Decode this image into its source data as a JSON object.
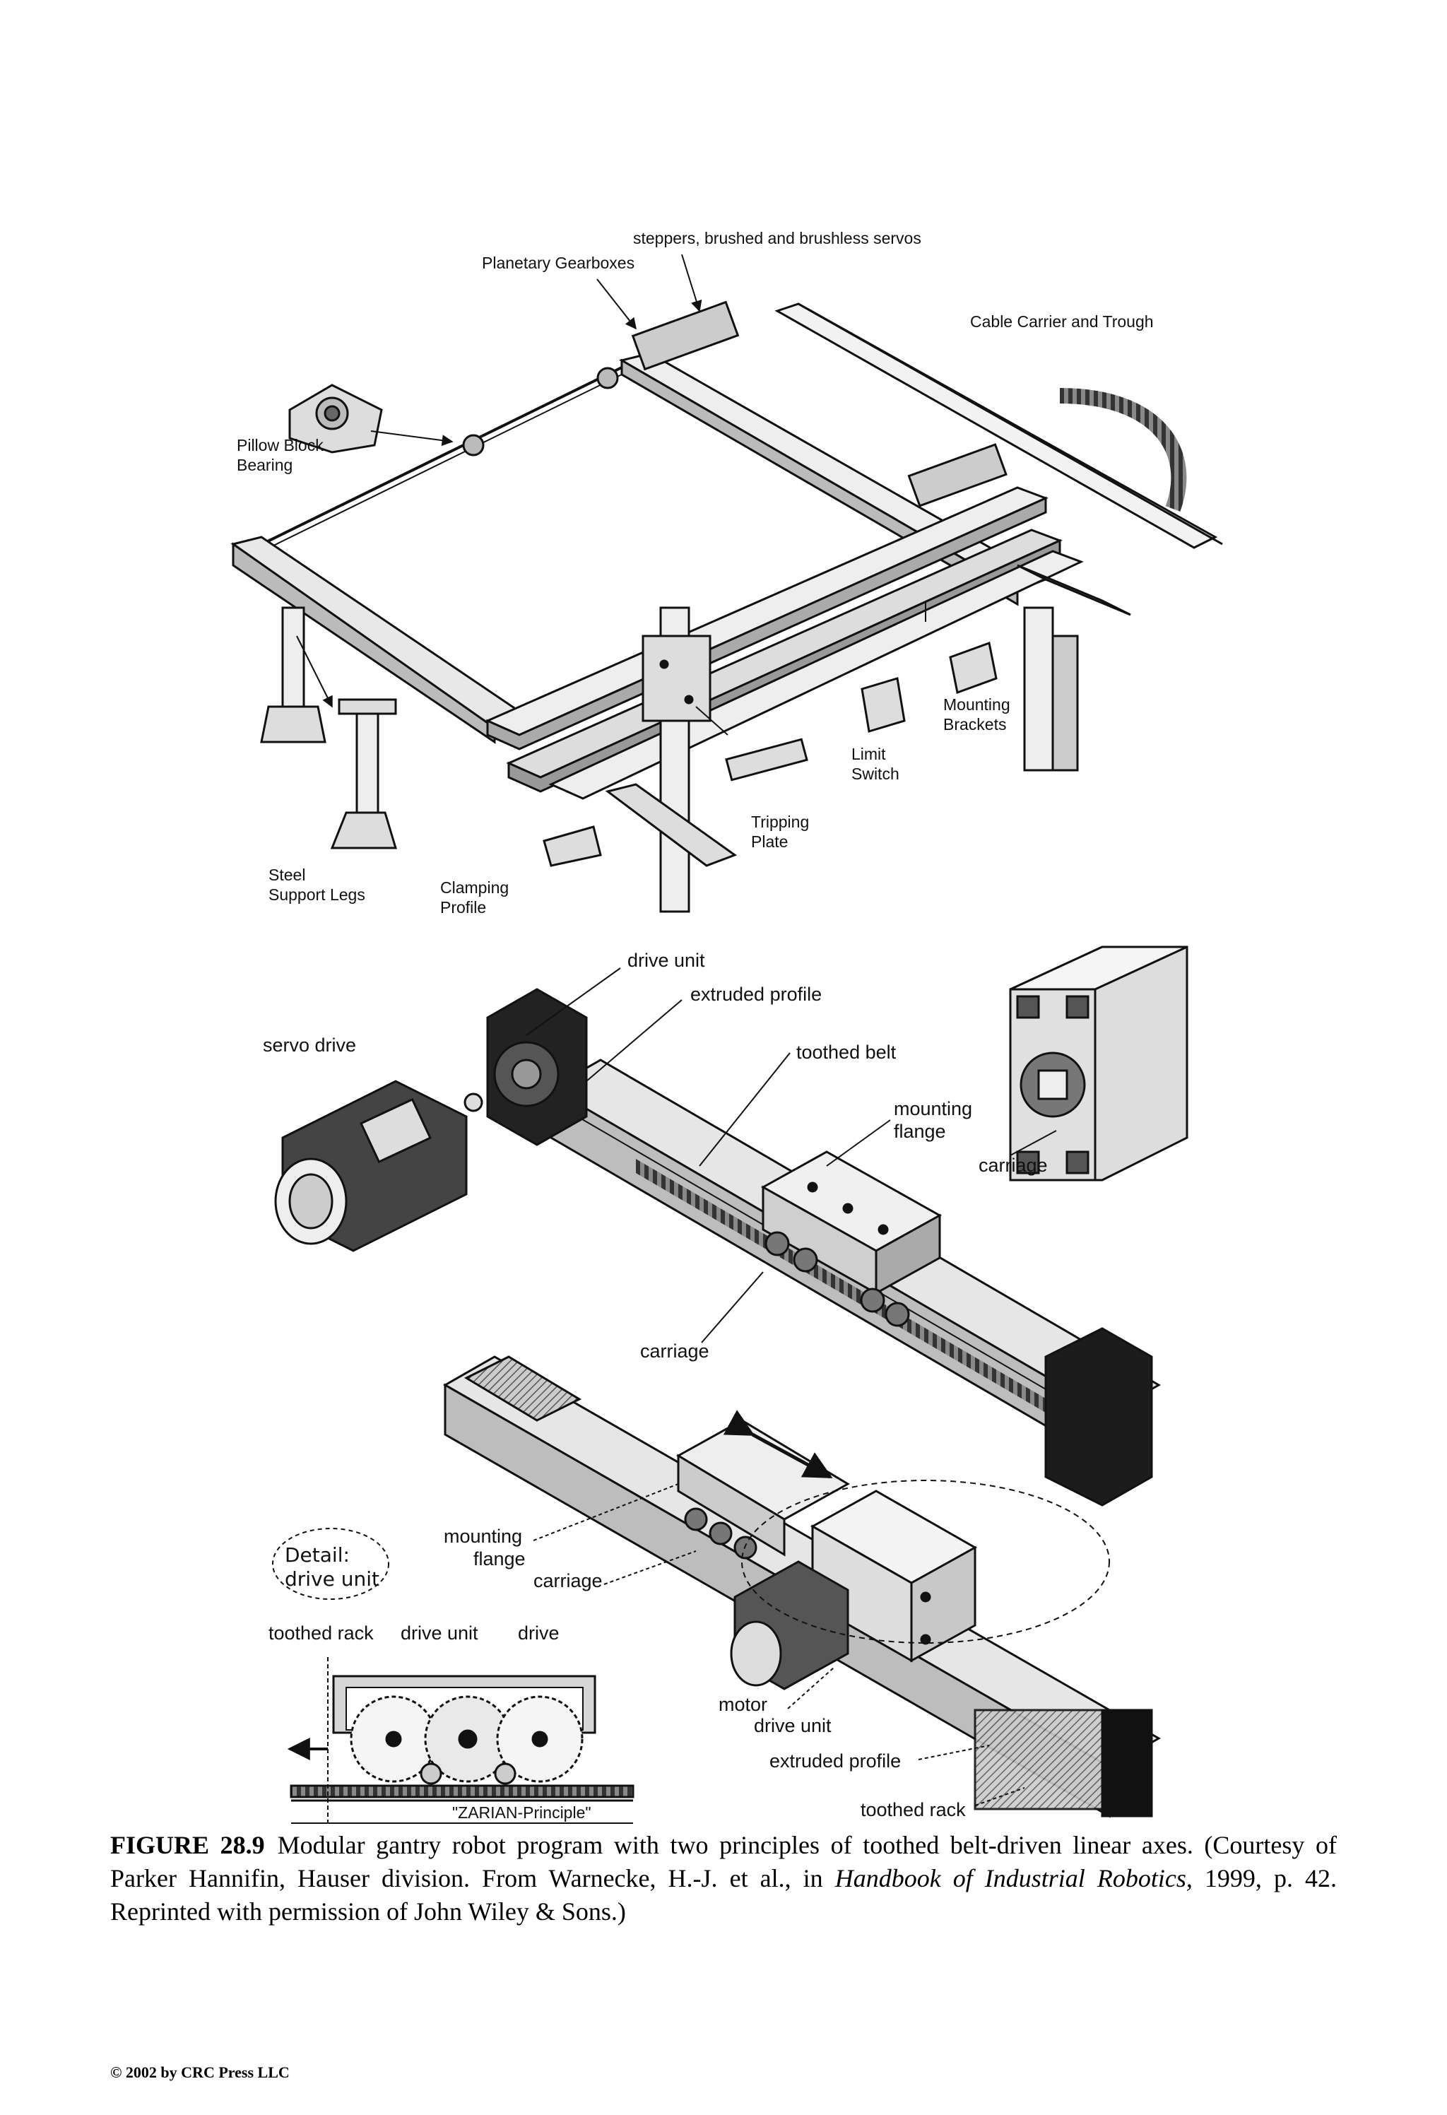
{
  "figure": {
    "top_labels": {
      "steppers": "steppers, brushed and brushless servos",
      "planetary": "Planetary Gearboxes",
      "cable": "Cable Carrier and Trough",
      "pillow_1": "Pillow Block",
      "pillow_2": "Bearing",
      "mounting_1": "Mounting",
      "mounting_2": "Brackets",
      "limit_1": "Limit",
      "limit_2": "Switch",
      "tripping_1": "Tripping",
      "tripping_2": "Plate",
      "steel_1": "Steel",
      "steel_2": "Support Legs",
      "clamping_1": "Clamping",
      "clamping_2": "Profile"
    },
    "middle_labels": {
      "drive_unit": "drive unit",
      "extruded_profile": "extruded profile",
      "servo_drive": "servo drive",
      "toothed_belt": "toothed belt",
      "mounting_1": "mounting",
      "mounting_2": "flange",
      "carriage_right": "carriage",
      "carriage_bottom": "carriage"
    },
    "bottom_labels": {
      "mounting_1": "mounting",
      "mounting_2": "flange",
      "carriage": "carriage",
      "detail_1": "Detail:",
      "detail_2": "drive unit",
      "toothed_rack_top": "toothed rack",
      "drive_unit_top": "drive unit",
      "drive_top": "drive",
      "motor": "motor",
      "drive_unit": "drive unit",
      "extruded_profile": "extruded profile",
      "toothed_rack": "toothed rack",
      "zarian": "\"ZARIAN-Principle\""
    }
  },
  "caption": {
    "figure_number": "FIGURE 28.9",
    "text_before_italic": "Modular gantry robot program with two principles of toothed belt-driven linear axes. (Courtesy of Parker Hannifin, Hauser division. From Warnecke, H.-J. et al., in ",
    "italic": "Handbook of Industrial Robotics,",
    "text_after_italic": " 1999, p. 42. Reprinted with permission of John Wiley & Sons.)"
  },
  "footer": "© 2002 by CRC Press LLC"
}
